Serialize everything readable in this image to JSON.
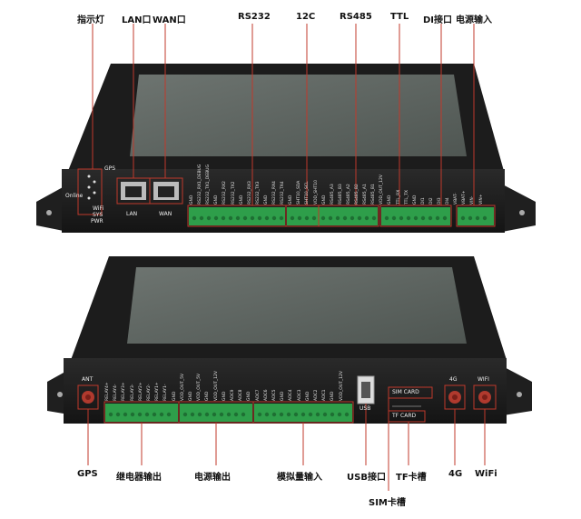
{
  "top_unit": {
    "callouts": {
      "indicator": "指示灯",
      "lan_port": "LAN口",
      "wan_port": "WAN口",
      "rs232": "RS232",
      "i2c": "12C",
      "rs485": "RS485",
      "ttl": "TTL",
      "di_port": "DI接口",
      "power_input": "电源输入"
    },
    "panel_text": {
      "gps": "GPS",
      "online": "Online",
      "wifi": "WiFi",
      "sys": "SYS",
      "pwr": "PWR",
      "lan": "LAN",
      "wan": "WAN"
    },
    "pin_labels": [
      "GND",
      "RS232_RX1_DEBUG",
      "RS232_TX1_DEBUG",
      "GND",
      "RS232_RX2",
      "RS232_TX2",
      "GND",
      "RS232_RX3",
      "RS232_TX3",
      "GND",
      "RS232_RX4",
      "RS232_TX4",
      "GND",
      "SHT10_SDA",
      "SHT10_SCL",
      "VDD_SHT10",
      "GND",
      "RS485_A3",
      "RS485_B3",
      "RS485_A2",
      "RS485_B2",
      "RS485_A1",
      "RS485_B1",
      "VDD_OUT_12V",
      "GND",
      "TTL_RX",
      "TTL_TX",
      "GND",
      "DI1",
      "DI2",
      "DI3",
      "DI4",
      "VBAT-",
      "VBAT+",
      "VIN-",
      "VIN+"
    ]
  },
  "bottom_unit": {
    "panel_text": {
      "ant": "ANT",
      "usb": "USB",
      "sim_card": "SIM CARD",
      "tf_card": "TF CARD",
      "lte": "4G",
      "wifi": "WIFI"
    },
    "pin_labels": [
      "RELAY4+",
      "RELAY4-",
      "RELAY3+",
      "RELAY3-",
      "RELAY2+",
      "RELAY2-",
      "RELAY1+",
      "RELAY1-",
      "GND",
      "VDD_OUT_5V",
      "GND",
      "VDD_OUT_5V",
      "GND",
      "VDD_OUT_12V",
      "GND",
      "ADC9",
      "ADC8",
      "GND",
      "ADC7",
      "ADC6",
      "ADC5",
      "GND",
      "ADC4",
      "ADC3",
      "GND",
      "ADC2",
      "ADC1",
      "GND",
      "VDD_OUT_12V"
    ],
    "callouts": {
      "gps": "GPS",
      "relay_output": "继电器输出",
      "power_output": "电源输出",
      "analog_input": "模拟量输入",
      "usb_port": "USB接口",
      "tf_slot": "TF卡槽",
      "lte": "4G",
      "wifi": "WiFi",
      "sim_slot": "SIM卡槽"
    }
  }
}
